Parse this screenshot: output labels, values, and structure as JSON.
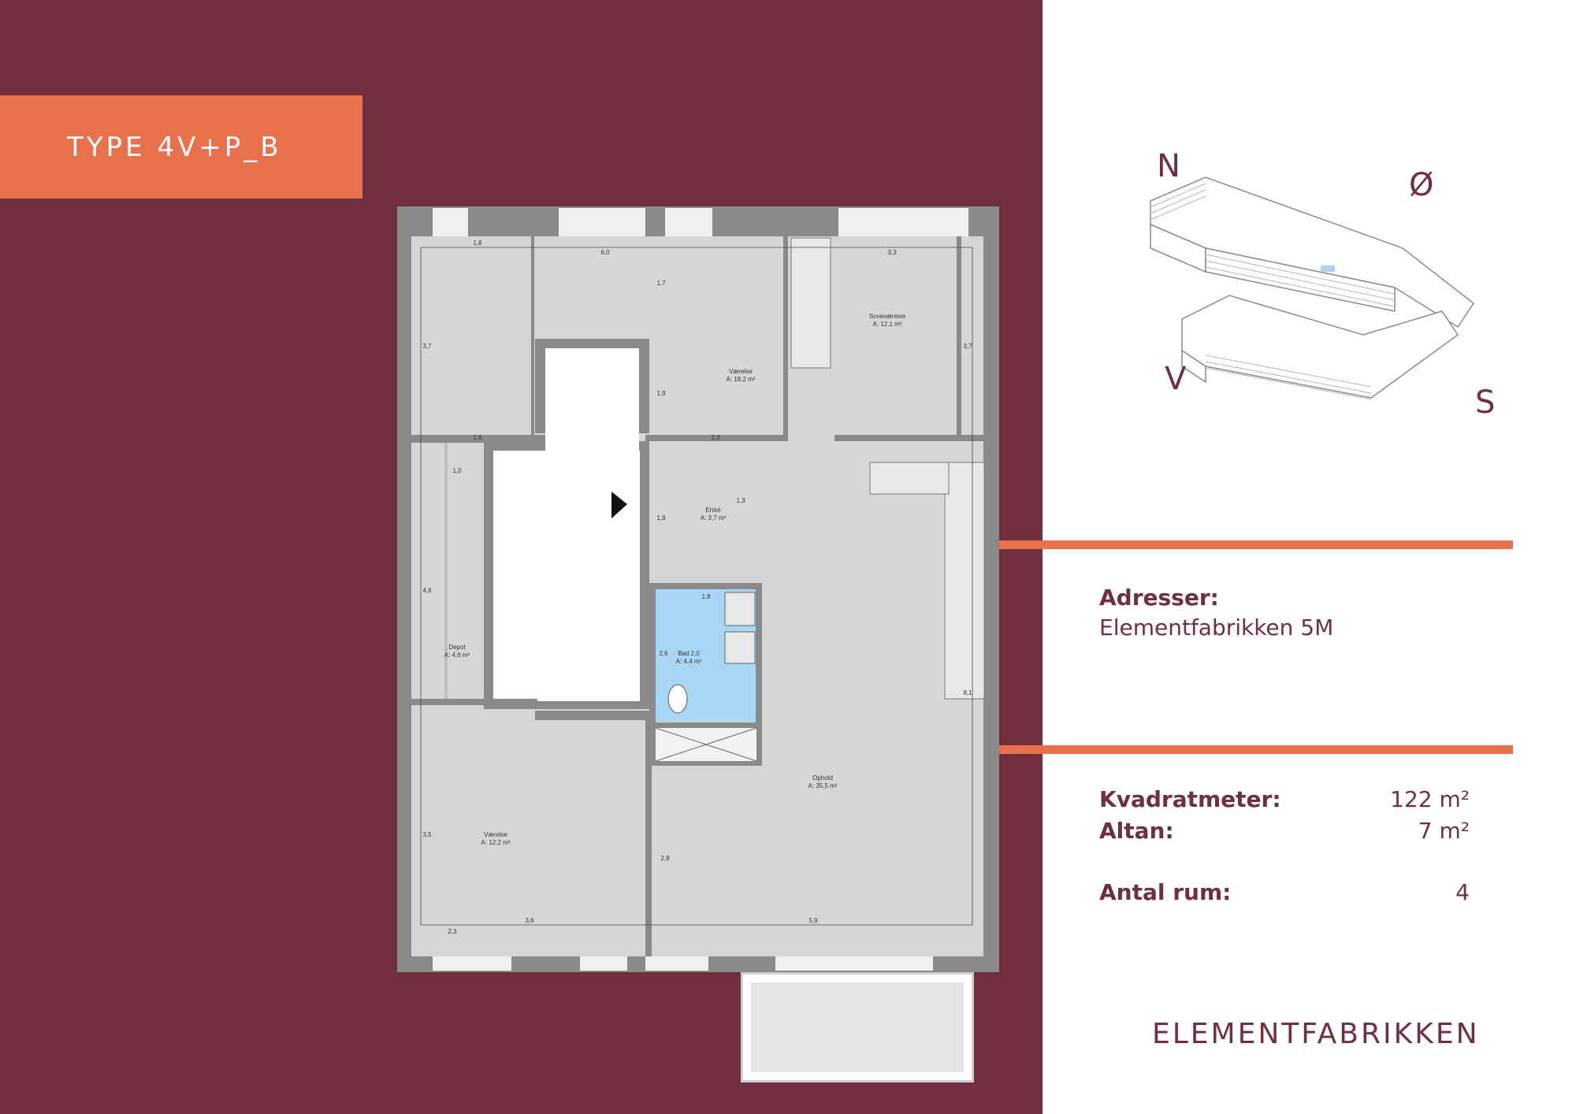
{
  "header": {
    "type_label": "TYPE 4V+P_B"
  },
  "compass": {
    "north": "N",
    "east": "Ø",
    "west": "V",
    "south": "S"
  },
  "plan": {
    "rooms": [
      {
        "name": "Scveværeise",
        "area": "A: 12,1 m²"
      },
      {
        "name": "Værelse",
        "area": "A: 18,2 m²"
      },
      {
        "name": "Entré",
        "area": "A: 3,7 m²"
      },
      {
        "name": "Bad 2,0",
        "area": "A: 4,4 m²"
      },
      {
        "name": "Depot",
        "area": "A: 4,6 m²"
      },
      {
        "name": "Ophold",
        "area": "A: 35,5 m²"
      },
      {
        "name": "Værelse",
        "area": "A: 12,2 m²"
      }
    ],
    "dimensions": [
      "1,8",
      "6,0",
      "3,3",
      "3,7",
      "1,7",
      "1,9",
      "3,7",
      "1,8",
      "2,3",
      "1,0",
      "1,3",
      "1,9",
      "1,8",
      "4,6",
      "2,6",
      "8,1",
      "3,5",
      "2,8",
      "2,3",
      "3,6",
      "5,9"
    ]
  },
  "info": {
    "address_label": "Adresser:",
    "address_value": "Elementfabrikken 5M",
    "sqm_label": "Kvadratmeter:",
    "sqm_value": "122 m²",
    "balcony_label": "Altan:",
    "balcony_value": "7 m²",
    "rooms_label": "Antal rum:",
    "rooms_value": "4"
  },
  "brand": "ELEMENTFABRIKKEN",
  "colors": {
    "background": "#6f2f3e",
    "accent": "#e8704a",
    "bathroom": "#a9d6f5"
  }
}
